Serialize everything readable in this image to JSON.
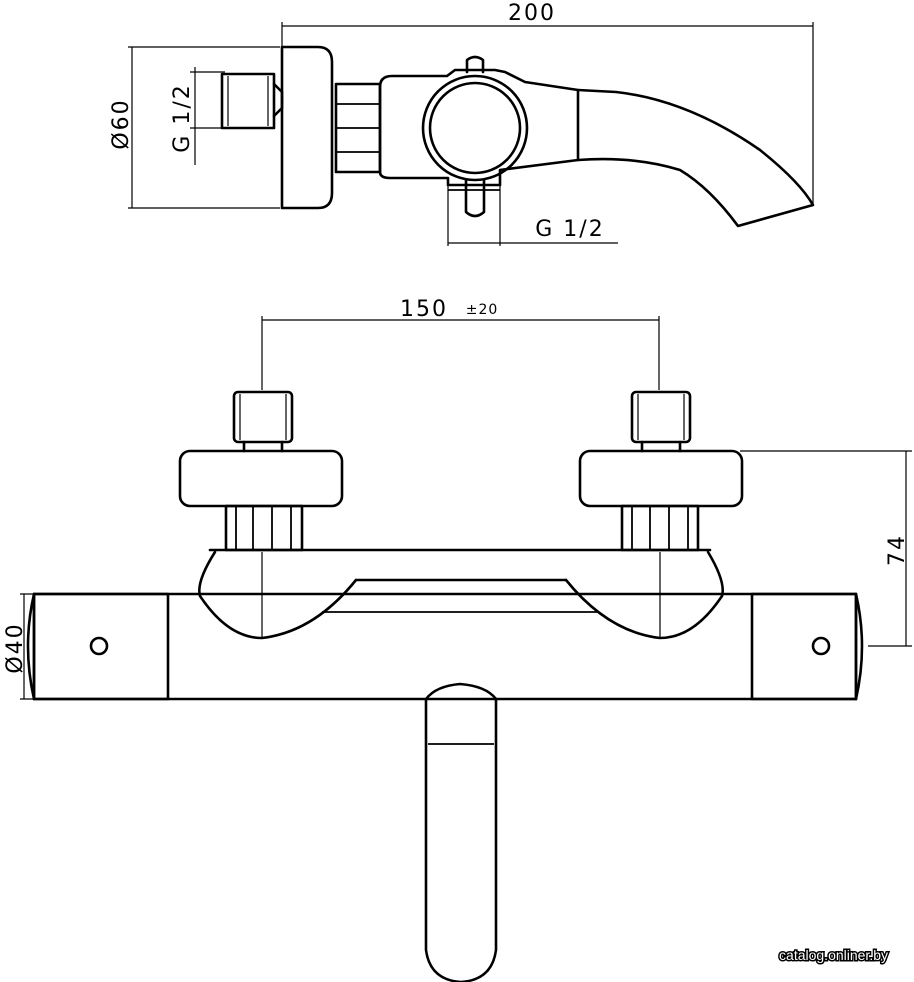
{
  "drawing": {
    "top_view": {
      "overall_length": "200",
      "body_diameter": "Ø60",
      "inlet_thread": "G 1/2",
      "outlet_thread": "G 1/2"
    },
    "front_view": {
      "inlet_spacing": "150",
      "inlet_spacing_tolerance": "±20",
      "body_diameter": "Ø40",
      "wall_offset": "74"
    }
  },
  "watermark": "catalog.onliner.by"
}
